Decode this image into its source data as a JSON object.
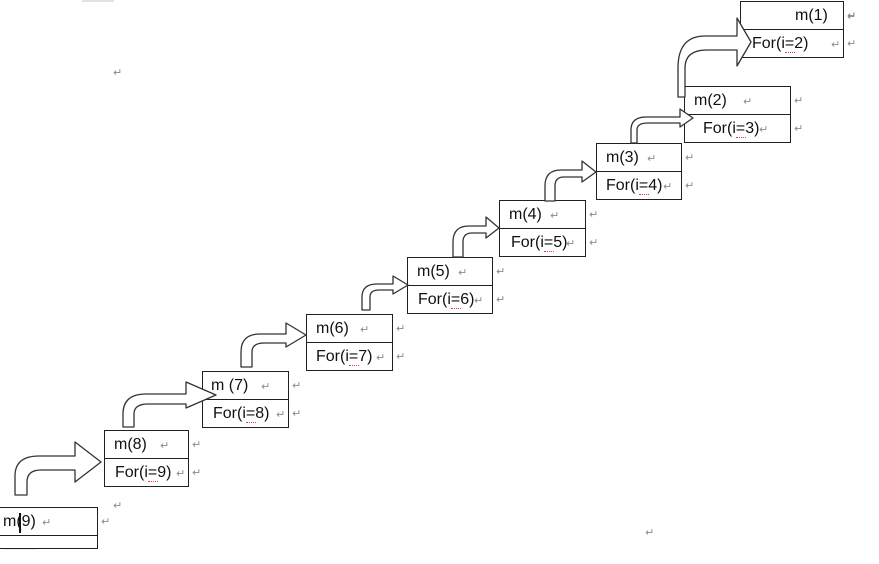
{
  "diagram": {
    "paragraph_mark": "↵",
    "cells": [
      {
        "id": "m1",
        "top": "m(1)",
        "bottom": "For(i=2)"
      },
      {
        "id": "m2",
        "top": "m(2)",
        "bottom": "For(i=3)"
      },
      {
        "id": "m3",
        "top": "m(3)",
        "bottom": "For(i=4)"
      },
      {
        "id": "m4",
        "top": "m(4)",
        "bottom": "For(i=5)"
      },
      {
        "id": "m5",
        "top": "m(5)",
        "bottom": "For(i=6)"
      },
      {
        "id": "m6",
        "top": "m(6)",
        "bottom": "For(i=7)"
      },
      {
        "id": "m7",
        "top": "m (7)",
        "bottom": "For(i=8)"
      },
      {
        "id": "m8",
        "top": "m(8)",
        "bottom": "For(i=9)"
      },
      {
        "id": "m9",
        "top": "m(9)",
        "bottom": ""
      }
    ]
  }
}
